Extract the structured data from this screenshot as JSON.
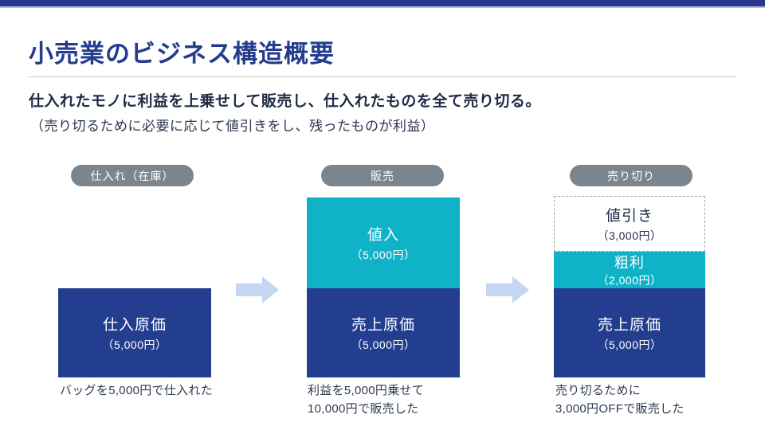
{
  "slide": {
    "title": "小売業のビジネス構造概要",
    "lead": "仕入れたモノに利益を上乗せして販売し、仕入れたものを全て売り切る。",
    "lead_note": "（売り切るために必要に応じて値引きをし、残ったものが利益）"
  },
  "colors": {
    "accent_navy": "#243e8f",
    "accent_cyan": "#10b2c7",
    "pill_gray": "#7b858e",
    "arrow_blue": "#c5d6f2",
    "title_blue": "#243c8c",
    "text_dark": "#1f2a44"
  },
  "columns": [
    {
      "pill": "仕入れ（在庫）",
      "segments": [
        {
          "label": "仕入原価",
          "amount": "（5,000円）",
          "style": "navy"
        }
      ],
      "caption_lines": [
        "バッグを5,000円で仕入れた"
      ]
    },
    {
      "pill": "販売",
      "segments": [
        {
          "label": "値入",
          "amount": "（5,000円）",
          "style": "cyan"
        },
        {
          "label": "売上原価",
          "amount": "（5,000円）",
          "style": "navy"
        }
      ],
      "caption_lines": [
        "利益を5,000円乗せて",
        "10,000円で販売した"
      ]
    },
    {
      "pill": "売り切り",
      "segments": [
        {
          "label": "値引き",
          "amount": "（3,000円）",
          "style": "dashed"
        },
        {
          "label": "粗利",
          "amount": "（2,000円）",
          "style": "cyan"
        },
        {
          "label": "売上原価",
          "amount": "（5,000円）",
          "style": "navy"
        }
      ],
      "caption_lines": [
        "売り切るために",
        "3,000円OFFで販売した"
      ]
    }
  ]
}
